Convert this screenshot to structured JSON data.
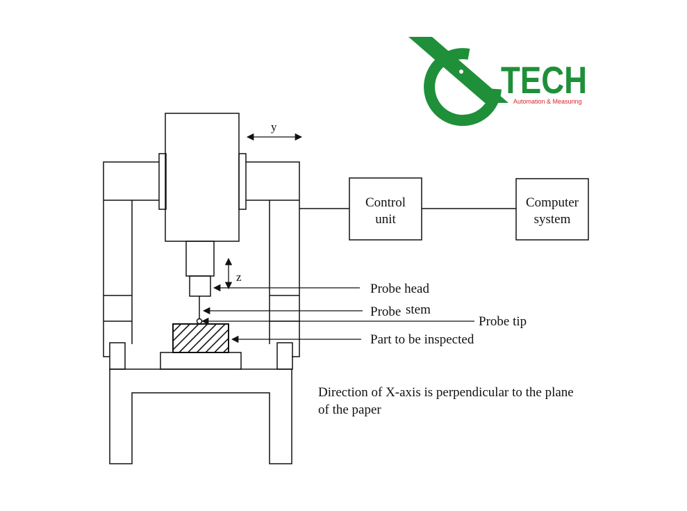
{
  "logo": {
    "brand": "TECH",
    "tagline": "Automation & Measuring",
    "brand_color": "#1f8f3a",
    "tagline_color": "#d9232a"
  },
  "diagram": {
    "axis_y": "y",
    "axis_z": "z",
    "control_unit": [
      "Control",
      "unit"
    ],
    "computer_system": [
      "Computer",
      "system"
    ],
    "label_probe_head": "Probe head",
    "label_probe_stem_a": "Probe",
    "label_probe_stem_b": "stem",
    "label_probe_tip": "Probe tip",
    "label_part": "Part to be inspected",
    "note_line1": "Direction of X-axis is perpendicular to the plane",
    "note_line2": "of the paper"
  }
}
